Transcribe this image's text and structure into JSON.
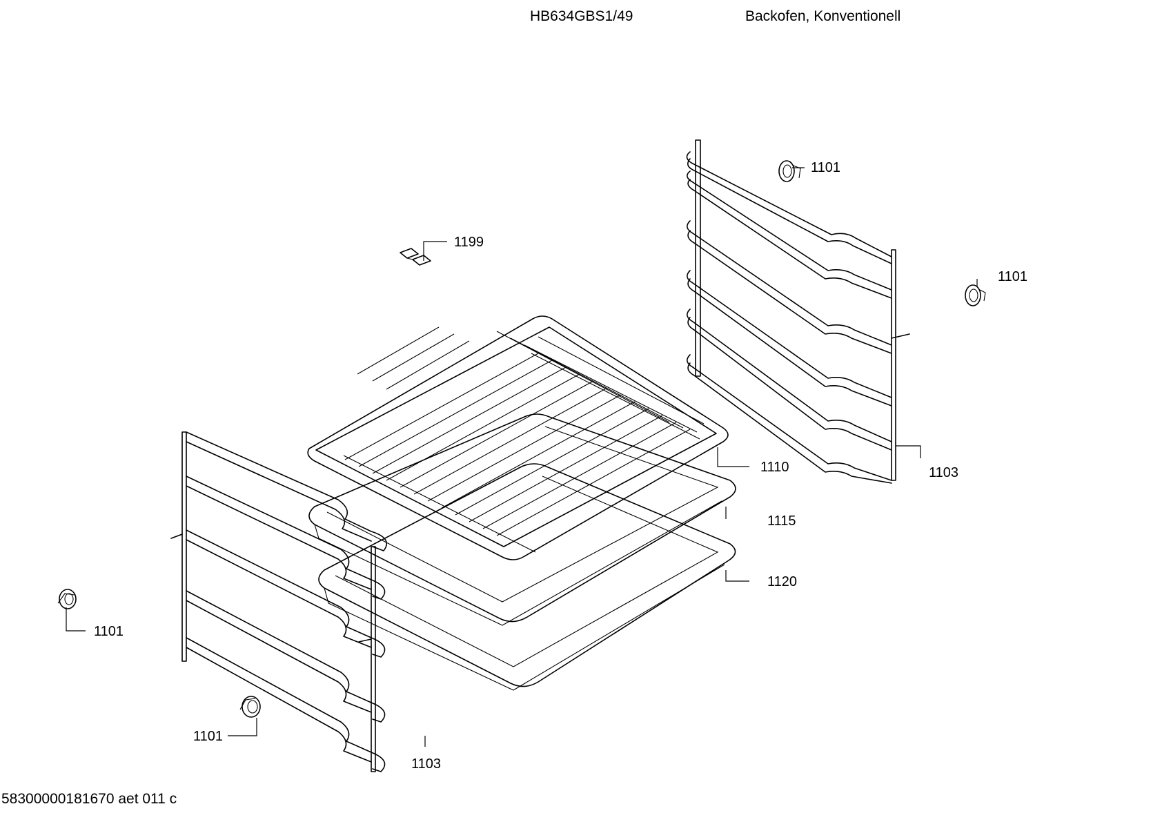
{
  "header": {
    "model": "HB634GBS1/49",
    "description": "Backofen, Konventionell"
  },
  "footer": {
    "code": "58300000181670 aet 011 c"
  },
  "callouts": {
    "c1101_top": "1101",
    "c1101_right": "1101",
    "c1101_left": "1101",
    "c1101_bottom": "1101",
    "c1199": "1199",
    "c1110": "1110",
    "c1115": "1115",
    "c1120": "1120",
    "c1103_right": "1103",
    "c1103_left": "1103"
  }
}
